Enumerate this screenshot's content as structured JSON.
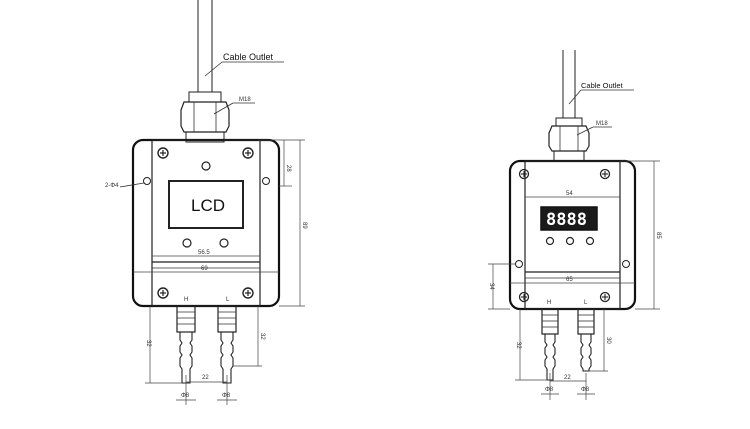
{
  "left_unit": {
    "cable_label": "Cable Outlet",
    "gland_label": "M18",
    "display_label": "LCD",
    "mount_hole_label": "2-Φ4",
    "dims": {
      "top_height": "28",
      "total_height": "89",
      "inner_width": "56.5",
      "outer_width": "69",
      "port_H": "H",
      "port_L": "L",
      "port_length_left": "32",
      "port_length_right": "32",
      "port_spacing": "22",
      "port_dia_left": "Φ8",
      "port_dia_right": "Φ8"
    }
  },
  "right_unit": {
    "cable_label": "Cable Outlet",
    "gland_label": "M18",
    "display_value": "8888",
    "dims": {
      "inner_width": "54",
      "outer_width": "65",
      "total_height": "85",
      "side_height": "34",
      "port_H": "H",
      "port_L": "L",
      "port_length_left": "32",
      "port_length_right": "30",
      "port_spacing": "22",
      "port_dia_left": "Φ8",
      "port_dia_right": "Φ8"
    }
  }
}
